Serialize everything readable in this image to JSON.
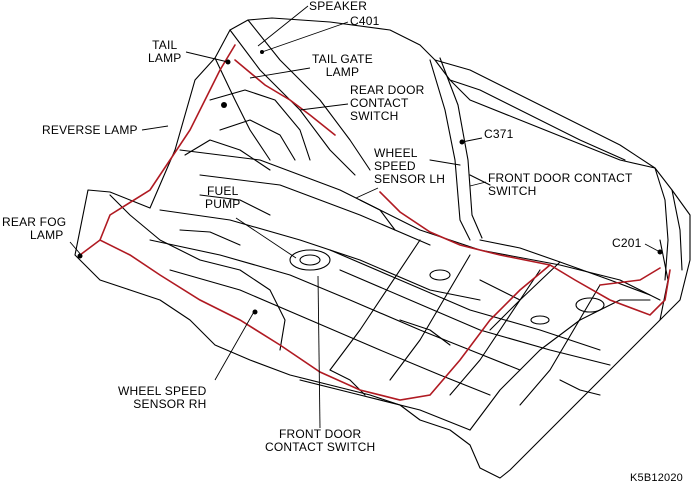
{
  "labels": {
    "speaker": "SPEAKER",
    "c401": "C401",
    "tail_lamp": [
      "TAIL",
      "LAMP"
    ],
    "tail_gate_lamp": [
      "TAIL GATE",
      "LAMP"
    ],
    "rear_door_contact_switch": [
      "REAR DOOR",
      "CONTACT",
      "SWITCH"
    ],
    "reverse_lamp": "REVERSE LAMP",
    "c371": "C371",
    "wheel_speed_sensor_lh": [
      "WHEEL",
      "SPEED",
      "SENSOR LH"
    ],
    "front_door_contact_switch_right": [
      "FRONT DOOR CONTACT",
      "SWITCH"
    ],
    "fuel_pump": [
      "FUEL",
      "PUMP"
    ],
    "rear_fog_lamp": [
      "REAR FOG",
      "LAMP"
    ],
    "c201": "C201",
    "wheel_speed_sensor_rh": [
      "WHEEL SPEED",
      "SENSOR RH"
    ],
    "front_door_contact_switch_bottom": [
      "FRONT DOOR",
      "CONTACT SWITCH"
    ],
    "figure_code": "K5B12020"
  },
  "colors": {
    "line": "#000000",
    "harness": "#b01a22",
    "background": "#ffffff"
  }
}
